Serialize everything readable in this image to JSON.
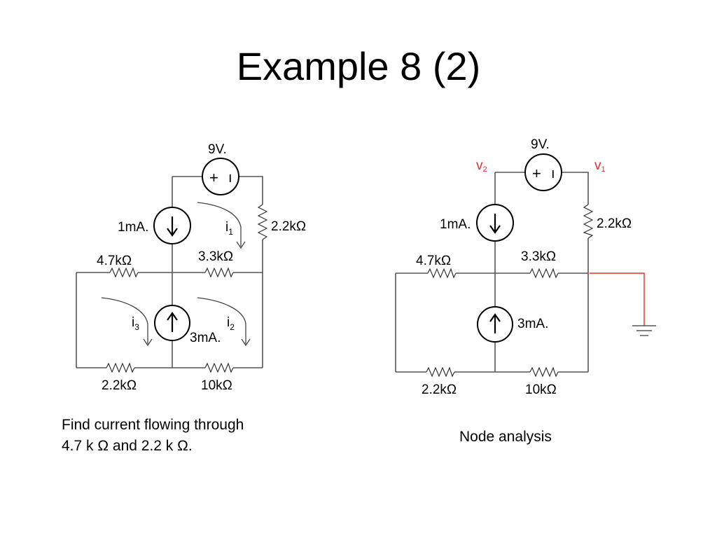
{
  "slide": {
    "title": "Example 8 (2)"
  },
  "left_circuit": {
    "voltage_source": {
      "label": "9V.",
      "plus": "+",
      "minus": "ı"
    },
    "current_source_top": "1mA.",
    "current_source_bottom": "3mA.",
    "resistors": {
      "top_right": "2.2kΩ",
      "upper_left": "4.7kΩ",
      "upper_right": "3.3kΩ",
      "bottom_left": "2.2kΩ",
      "bottom_right": "10kΩ"
    },
    "loop_currents": {
      "i1": {
        "base": "i",
        "sub": "1"
      },
      "i2": {
        "base": "i",
        "sub": "2"
      },
      "i3": {
        "base": "i",
        "sub": "3"
      }
    },
    "description_line1": "Find current flowing through",
    "description_line2": "4.7 k Ω and 2.2 k Ω."
  },
  "right_circuit": {
    "voltage_source": {
      "label": "9V.",
      "plus": "+",
      "minus": "ı"
    },
    "current_source_top": "1mA.",
    "current_source_bottom": "3mA.",
    "resistors": {
      "top_right": "2.2kΩ",
      "upper_left": "4.7kΩ",
      "upper_right": "3.3kΩ",
      "bottom_left": "2.2kΩ",
      "bottom_right": "10kΩ"
    },
    "node_labels": {
      "v2": {
        "base": "v",
        "sub": "2"
      },
      "v1": {
        "base": "v",
        "sub": "1"
      }
    },
    "description": "Node analysis"
  },
  "colors": {
    "wire": "#555555",
    "node_label": "#e03030",
    "ground_wire": "#e03030"
  }
}
